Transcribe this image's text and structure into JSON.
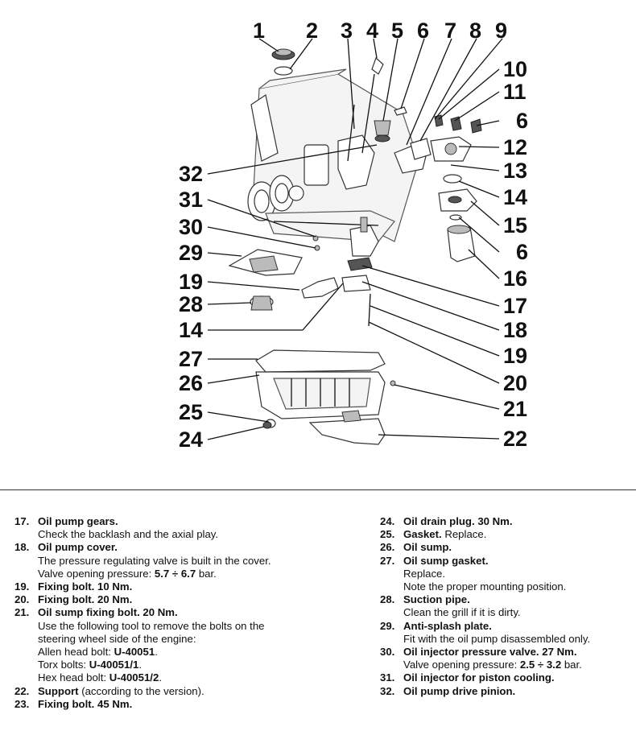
{
  "callouts": {
    "top": [
      "1",
      "2",
      "3",
      "4",
      "5",
      "6",
      "7",
      "8",
      "9"
    ],
    "right": [
      "10",
      "11",
      "6",
      "12",
      "13",
      "14",
      "15",
      "6",
      "16",
      "17",
      "18",
      "19",
      "20",
      "21",
      "22"
    ],
    "left": [
      "32",
      "31",
      "30",
      "29",
      "19",
      "28",
      "14",
      "27",
      "26",
      "25",
      "24"
    ]
  },
  "legend_left": [
    {
      "num": "17.",
      "title": "Oil pump gears.",
      "suffix": "",
      "lines": [
        {
          "text": "Check the backlash and the axial play.",
          "bold": ""
        }
      ]
    },
    {
      "num": "18.",
      "title": "Oil pump cover.",
      "suffix": "",
      "lines": [
        {
          "text": "The pressure regulating valve is built in the cover.",
          "bold": ""
        },
        {
          "text": "Valve opening pressure: ",
          "bold": "5.7 ÷ 6.7",
          "after": " bar."
        }
      ]
    },
    {
      "num": "19.",
      "title": "Fixing bolt. 10 Nm.",
      "suffix": "",
      "lines": []
    },
    {
      "num": "20.",
      "title": "Fixing bolt. 20 Nm.",
      "suffix": "",
      "lines": []
    },
    {
      "num": "21.",
      "title": "Oil sump fixing bolt. 20 Nm.",
      "suffix": "",
      "lines": [
        {
          "text": "Use the following tool to remove the bolts on the",
          "bold": ""
        },
        {
          "text": "steering wheel side of the engine:",
          "bold": ""
        },
        {
          "text": "Allen head bolt: ",
          "bold": "U-40051",
          "after": "."
        },
        {
          "text": "Torx bolts: ",
          "bold": "U-40051/1",
          "after": "."
        },
        {
          "text": "Hex head bolt: ",
          "bold": "U-40051/2",
          "after": "."
        }
      ]
    },
    {
      "num": "22.",
      "title": "Support",
      "suffix": " (according to the version).",
      "lines": []
    },
    {
      "num": "23.",
      "title": "Fixing bolt. 45 Nm.",
      "suffix": "",
      "lines": []
    }
  ],
  "legend_right": [
    {
      "num": "24.",
      "title": "Oil drain plug. 30 Nm.",
      "suffix": "",
      "lines": []
    },
    {
      "num": "25.",
      "title": "Gasket.",
      "suffix": " Replace.",
      "lines": []
    },
    {
      "num": "26.",
      "title": "Oil sump.",
      "suffix": "",
      "lines": []
    },
    {
      "num": "27.",
      "title": "Oil sump gasket.",
      "suffix": "",
      "lines": [
        {
          "text": "Replace.",
          "bold": ""
        },
        {
          "text": "Note the proper mounting position.",
          "bold": ""
        }
      ]
    },
    {
      "num": "28.",
      "title": "Suction pipe.",
      "suffix": "",
      "lines": [
        {
          "text": "Clean the grill if it is dirty.",
          "bold": ""
        }
      ]
    },
    {
      "num": "29.",
      "title": "Anti-splash plate.",
      "suffix": "",
      "lines": [
        {
          "text": "Fit with the oil pump disassembled only.",
          "bold": ""
        }
      ]
    },
    {
      "num": "30.",
      "title": "Oil injector pressure valve. 27 Nm.",
      "suffix": "",
      "lines": [
        {
          "text": "Valve opening pressure: ",
          "bold": "2.5 ÷ 3.2",
          "after": " bar."
        }
      ]
    },
    {
      "num": "31.",
      "title": "Oil injector for piston cooling.",
      "suffix": "",
      "lines": []
    },
    {
      "num": "32.",
      "title": "Oil pump drive pinion.",
      "suffix": "",
      "lines": []
    }
  ]
}
